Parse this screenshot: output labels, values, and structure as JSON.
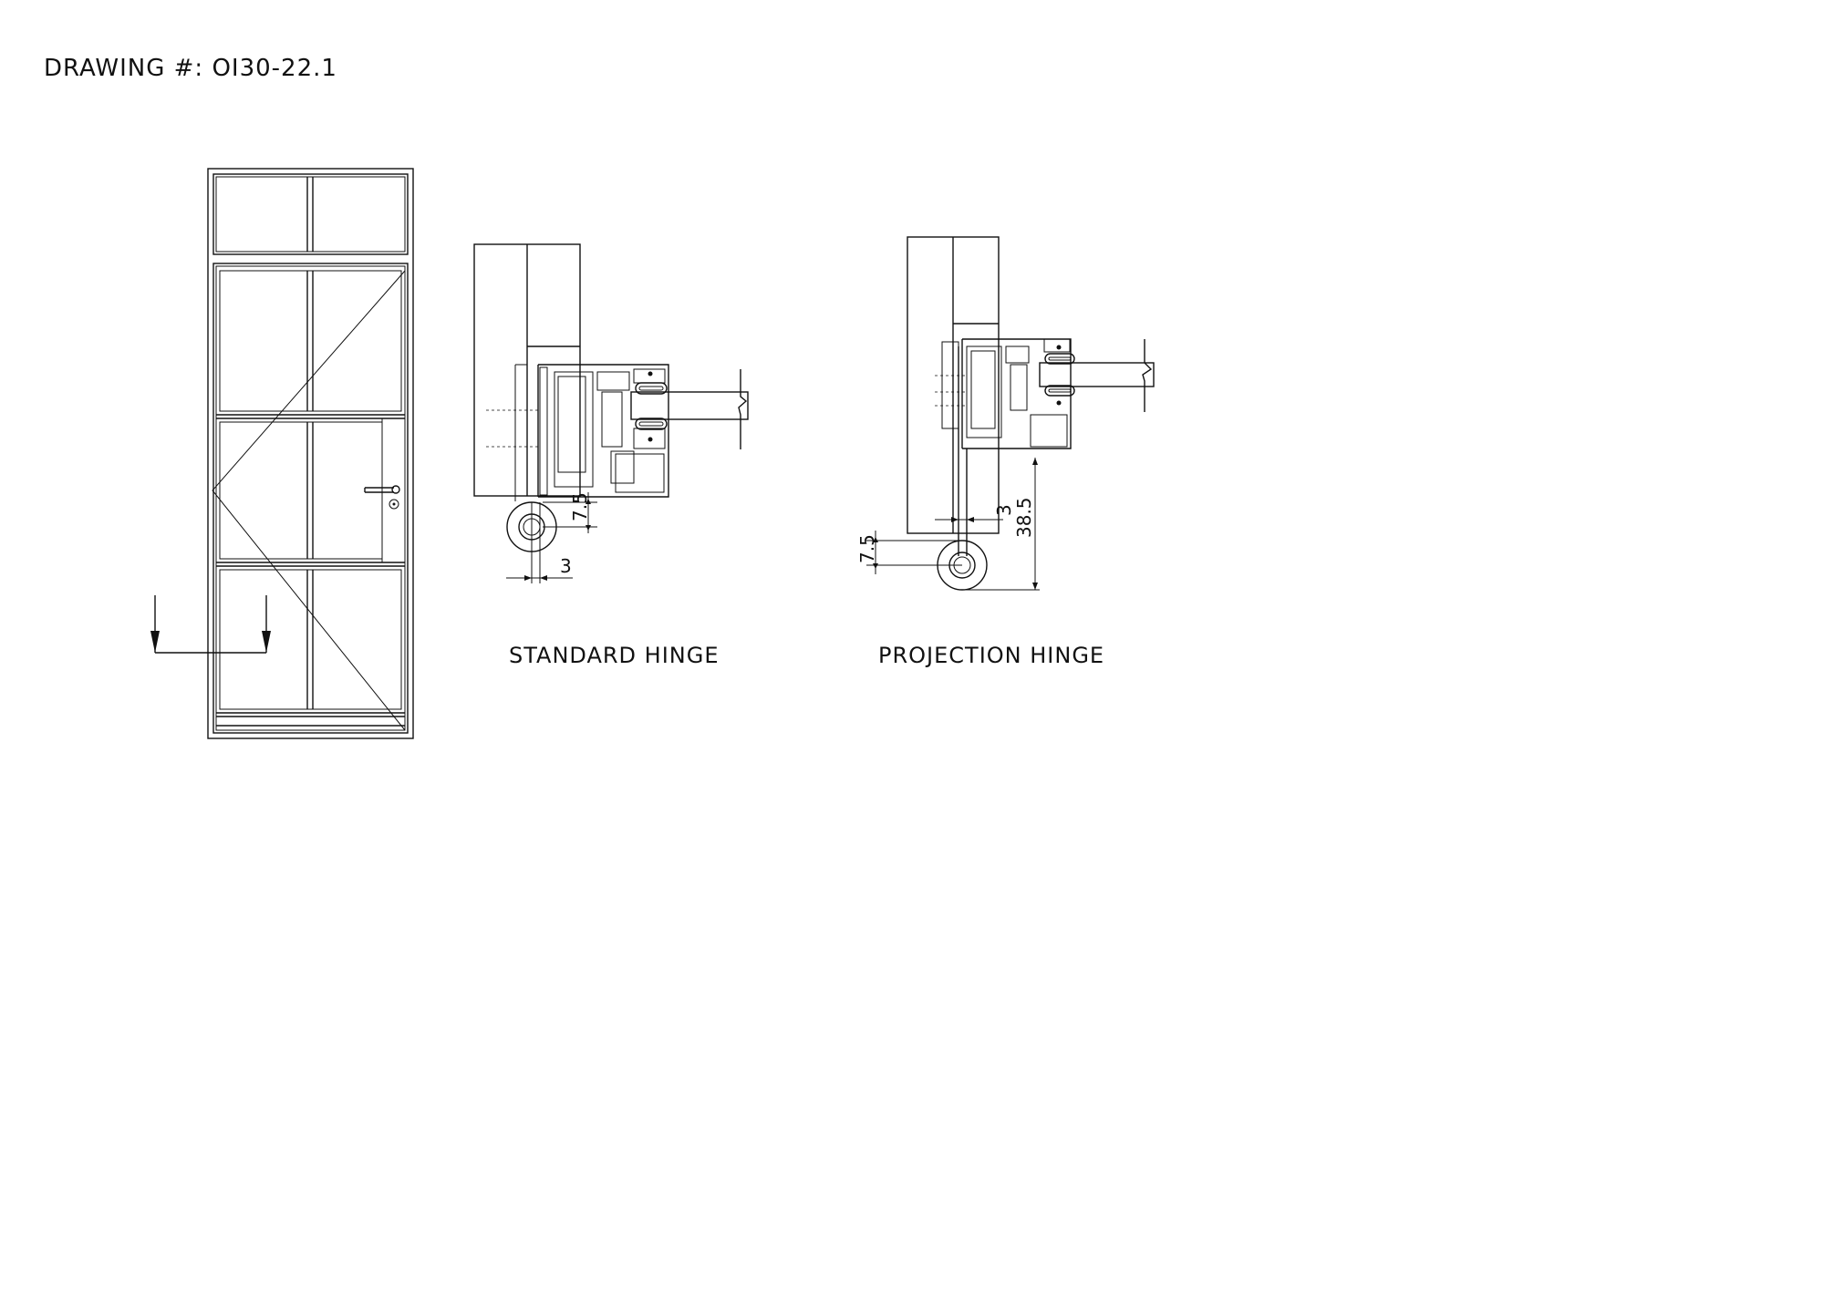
{
  "drawing": {
    "number_label": "DRAWING #: OI30-22.1"
  },
  "details": {
    "standard": {
      "caption": "STANDARD HINGE",
      "dimensions": {
        "offset": "7.5",
        "gap": "3"
      }
    },
    "projection": {
      "caption": "PROJECTION HINGE",
      "dimensions": {
        "offset": "7.5",
        "gap": "3",
        "projection": "38.5"
      }
    }
  },
  "colors": {
    "line": "#111111",
    "background": "#ffffff"
  }
}
